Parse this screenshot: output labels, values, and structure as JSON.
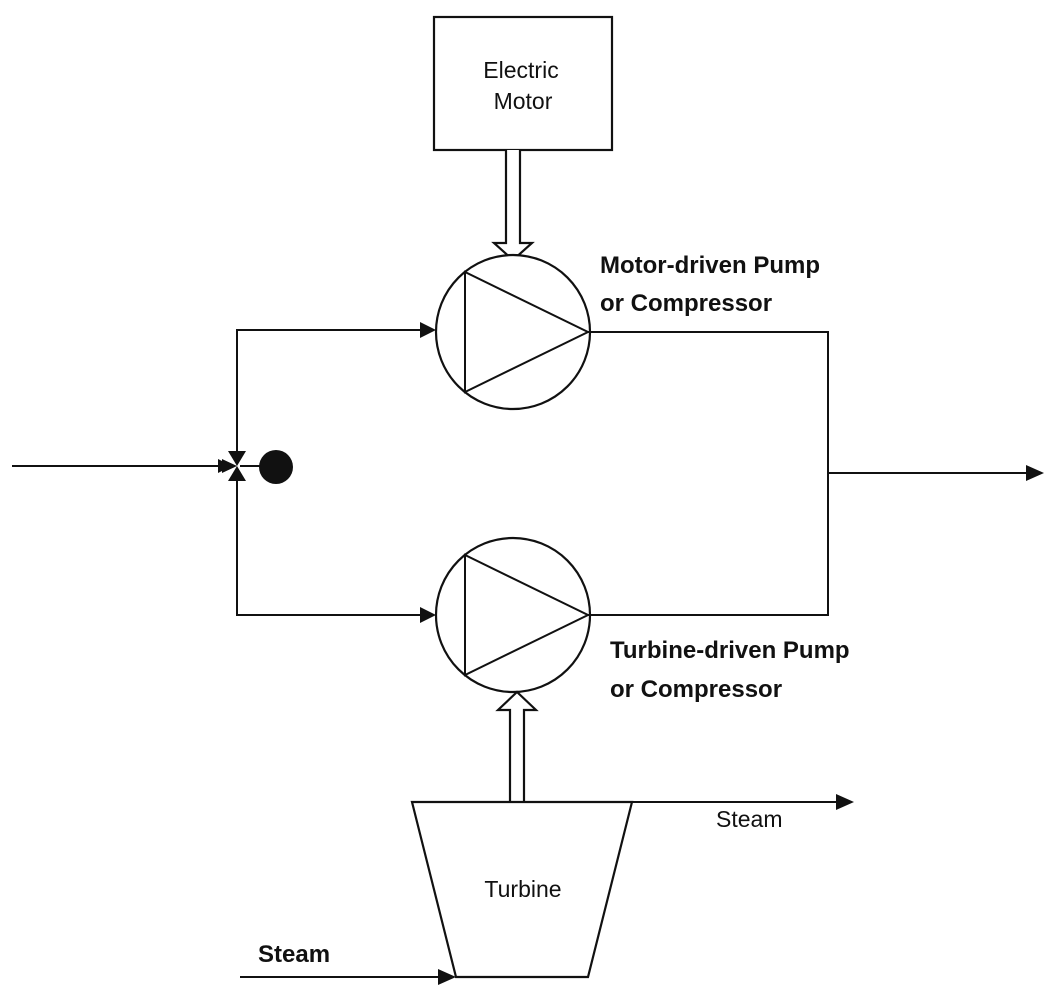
{
  "diagram": {
    "motor": {
      "line1": "Electric",
      "line2": "Motor"
    },
    "motor_pump": {
      "line1": "Motor-driven Pump",
      "line2": "or Compressor"
    },
    "turbine_pump": {
      "line1": "Turbine-driven Pump",
      "line2": "or Compressor"
    },
    "turbine": {
      "label": "Turbine"
    },
    "steam_in": {
      "label": "Steam"
    },
    "steam_out": {
      "label": "Steam"
    }
  },
  "colors": {
    "stroke": "#111111",
    "background": "#ffffff"
  }
}
